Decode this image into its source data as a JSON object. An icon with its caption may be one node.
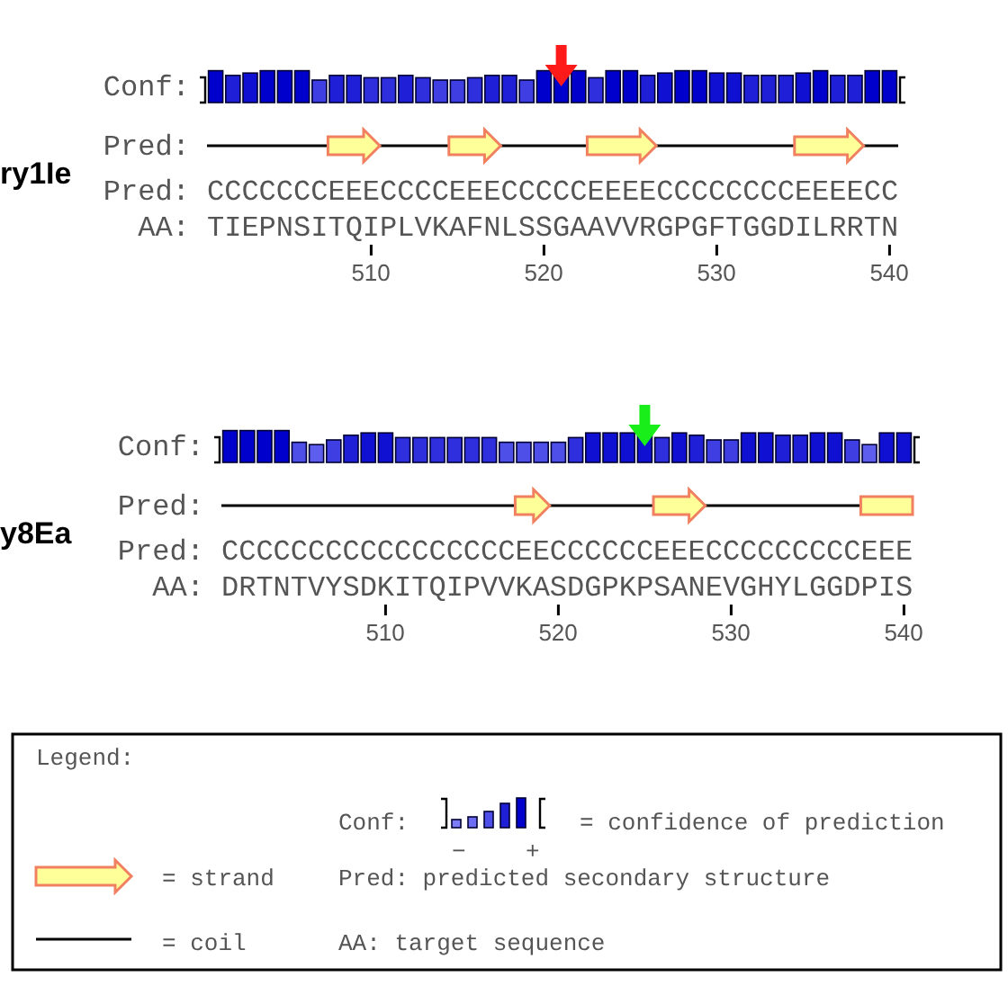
{
  "diagram": {
    "labels": [
      "Conf:",
      "Pred:",
      "ry1Ie",
      "Pred:",
      "CCCCCCCEEECCCCEEECCCCCEEEECCCCCCCCEEEECC",
      "AA:",
      "TIEPNSITQIPLVKAFNLSSGAAVVRGPGFTGGDILRRTN",
      "510",
      "520",
      "530",
      "540",
      "Conf:",
      "Pred:",
      "y8Ea",
      "Pred:",
      "CCCCCCCCCCCCCCCCCEECCCCCCEEECCCCCCCCCEEE",
      "AA:",
      "DRTNTVYSDKITQIPVVKASDGPKPSANEVGHYLGGDPIS",
      "510",
      "520",
      "530",
      "540",
      "Legend:",
      "Conf:",
      "−",
      "+",
      "Pred: predicted secondary structure",
      "AA: target sequence"
    ],
    "legend": [
      {
        "text": "= confidence of prediction"
      },
      {
        "text": "= strand"
      },
      {
        "text": "= coil"
      }
    ]
  }
}
